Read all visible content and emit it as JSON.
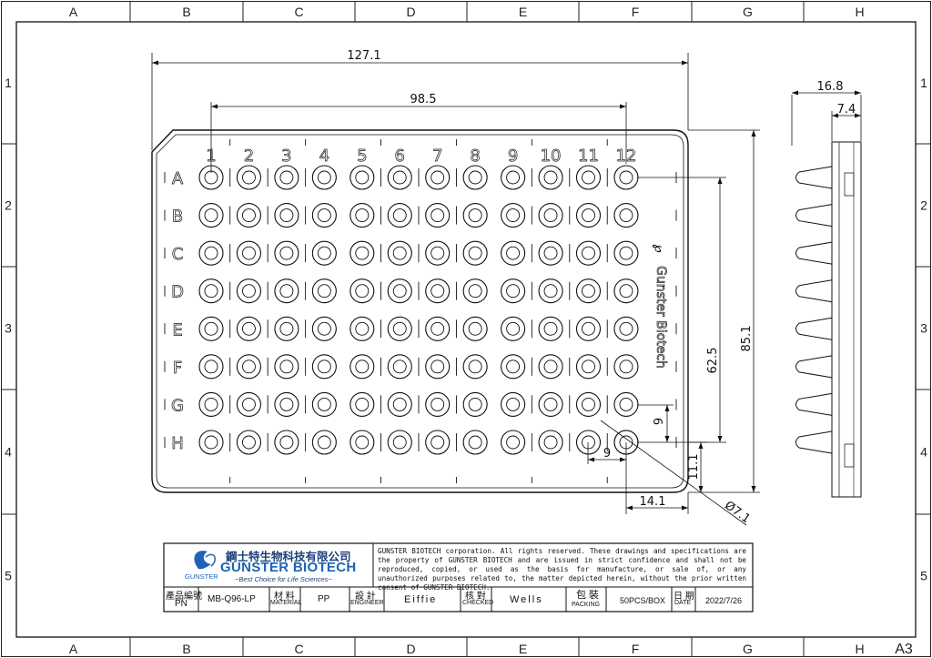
{
  "sheet": {
    "size": "A3",
    "columns": [
      "A",
      "B",
      "C",
      "D",
      "E",
      "F",
      "G",
      "H"
    ],
    "rows": [
      "1",
      "2",
      "3",
      "4",
      "5"
    ]
  },
  "plate": {
    "column_labels": [
      "1",
      "2",
      "3",
      "4",
      "5",
      "6",
      "7",
      "8",
      "9",
      "10",
      "11",
      "12"
    ],
    "row_labels": [
      "A",
      "B",
      "C",
      "D",
      "E",
      "F",
      "G",
      "H"
    ],
    "brand_text": "Gunster Biotech"
  },
  "dimensions": {
    "overall_length": "127.1",
    "a1_to_a12": "98.5",
    "overall_width": "85.1",
    "a1_to_h1": "62.5",
    "well_pitch_vertical": "9",
    "well_pitch_horizontal": "9",
    "edge_to_h_row": "11.1",
    "edge_to_col_12": "14.1",
    "well_diameter": "Ø7.1",
    "total_height": "16.8",
    "skirt_height": "7.4"
  },
  "title_block": {
    "company_cn": "鋼士特生物科技有限公司",
    "company_en": "GUNSTER BIOTECH",
    "logo_small": "GUNSTER",
    "slogan": "~Best Choice for Life Sciences~",
    "notice": "GUNSTER BIOTECH corporation. All rights reserved. These drawings and specifications are the property of GUNSTER BIOTECH and are issued in strict confidence and shall not be reproduced, copied, or used as the basis for manufacture, or sale of, or any unauthorized purposes related to, the matter depicted herein, without the prior written consent of GUNSTER BIOTECH.",
    "pn_label_cn": "產品編號",
    "pn_label_en": "PN",
    "pn_value": "MB-Q96-LP",
    "material_label_cn": "材 料",
    "material_label_en": "MATERIAL",
    "material_value": "PP",
    "engineer_label_cn": "設 計",
    "engineer_label_en": "ENGINEER",
    "engineer_value": "Eiffie",
    "checked_label_cn": "核 對",
    "checked_label_en": "CHECKED",
    "checked_value": "Wells",
    "packing_label_cn": "包 裝",
    "packing_label_en": "PACKING",
    "packing_value": "50PCS/BOX",
    "date_label_cn": "日 期",
    "date_label_en": "DATE",
    "date_value": "2022/7/26"
  }
}
